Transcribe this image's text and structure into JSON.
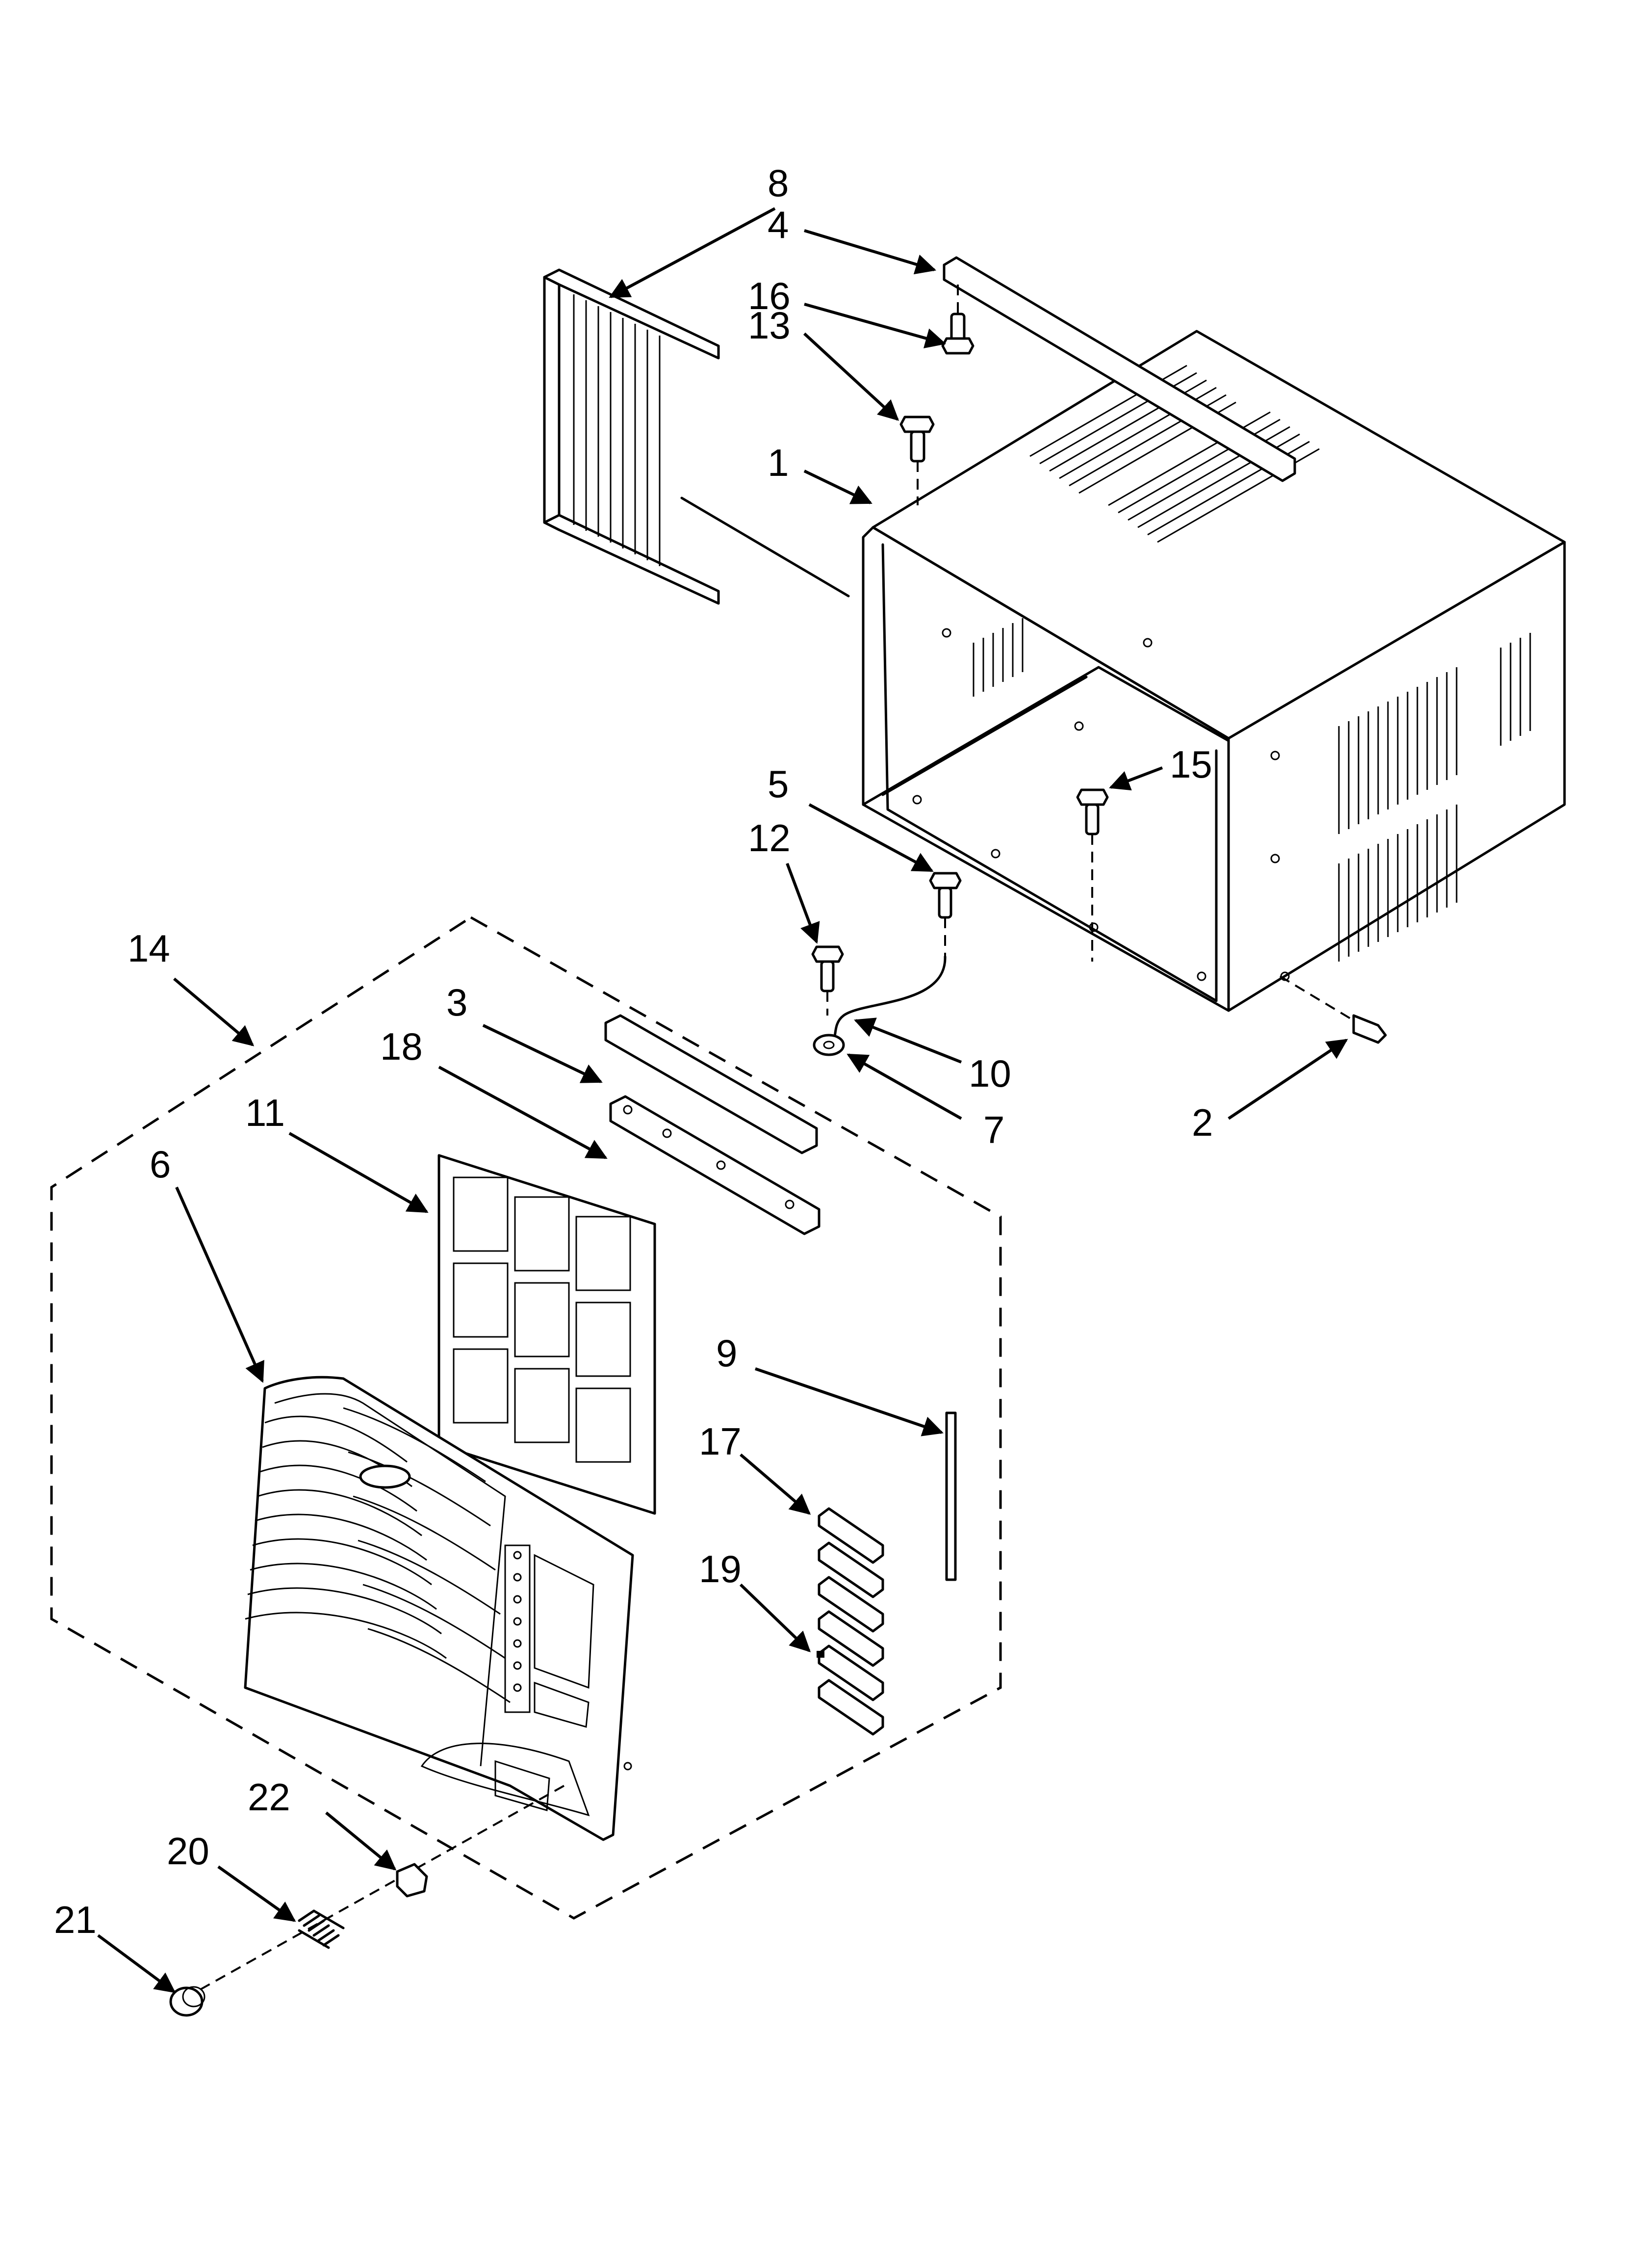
{
  "callouts": [
    {
      "id": "8",
      "text": "8"
    },
    {
      "id": "4",
      "text": "4"
    },
    {
      "id": "16",
      "text": "16"
    },
    {
      "id": "13",
      "text": "13"
    },
    {
      "id": "1",
      "text": "1"
    },
    {
      "id": "15",
      "text": "15"
    },
    {
      "id": "5",
      "text": "5"
    },
    {
      "id": "12",
      "text": "12"
    },
    {
      "id": "10",
      "text": "10"
    },
    {
      "id": "7",
      "text": "7"
    },
    {
      "id": "2",
      "text": "2"
    },
    {
      "id": "14",
      "text": "14"
    },
    {
      "id": "3",
      "text": "3"
    },
    {
      "id": "18",
      "text": "18"
    },
    {
      "id": "11",
      "text": "11"
    },
    {
      "id": "6",
      "text": "6"
    },
    {
      "id": "9",
      "text": "9"
    },
    {
      "id": "17",
      "text": "17"
    },
    {
      "id": "19",
      "text": "19"
    },
    {
      "id": "22",
      "text": "22"
    },
    {
      "id": "20",
      "text": "20"
    },
    {
      "id": "21",
      "text": "21"
    }
  ]
}
